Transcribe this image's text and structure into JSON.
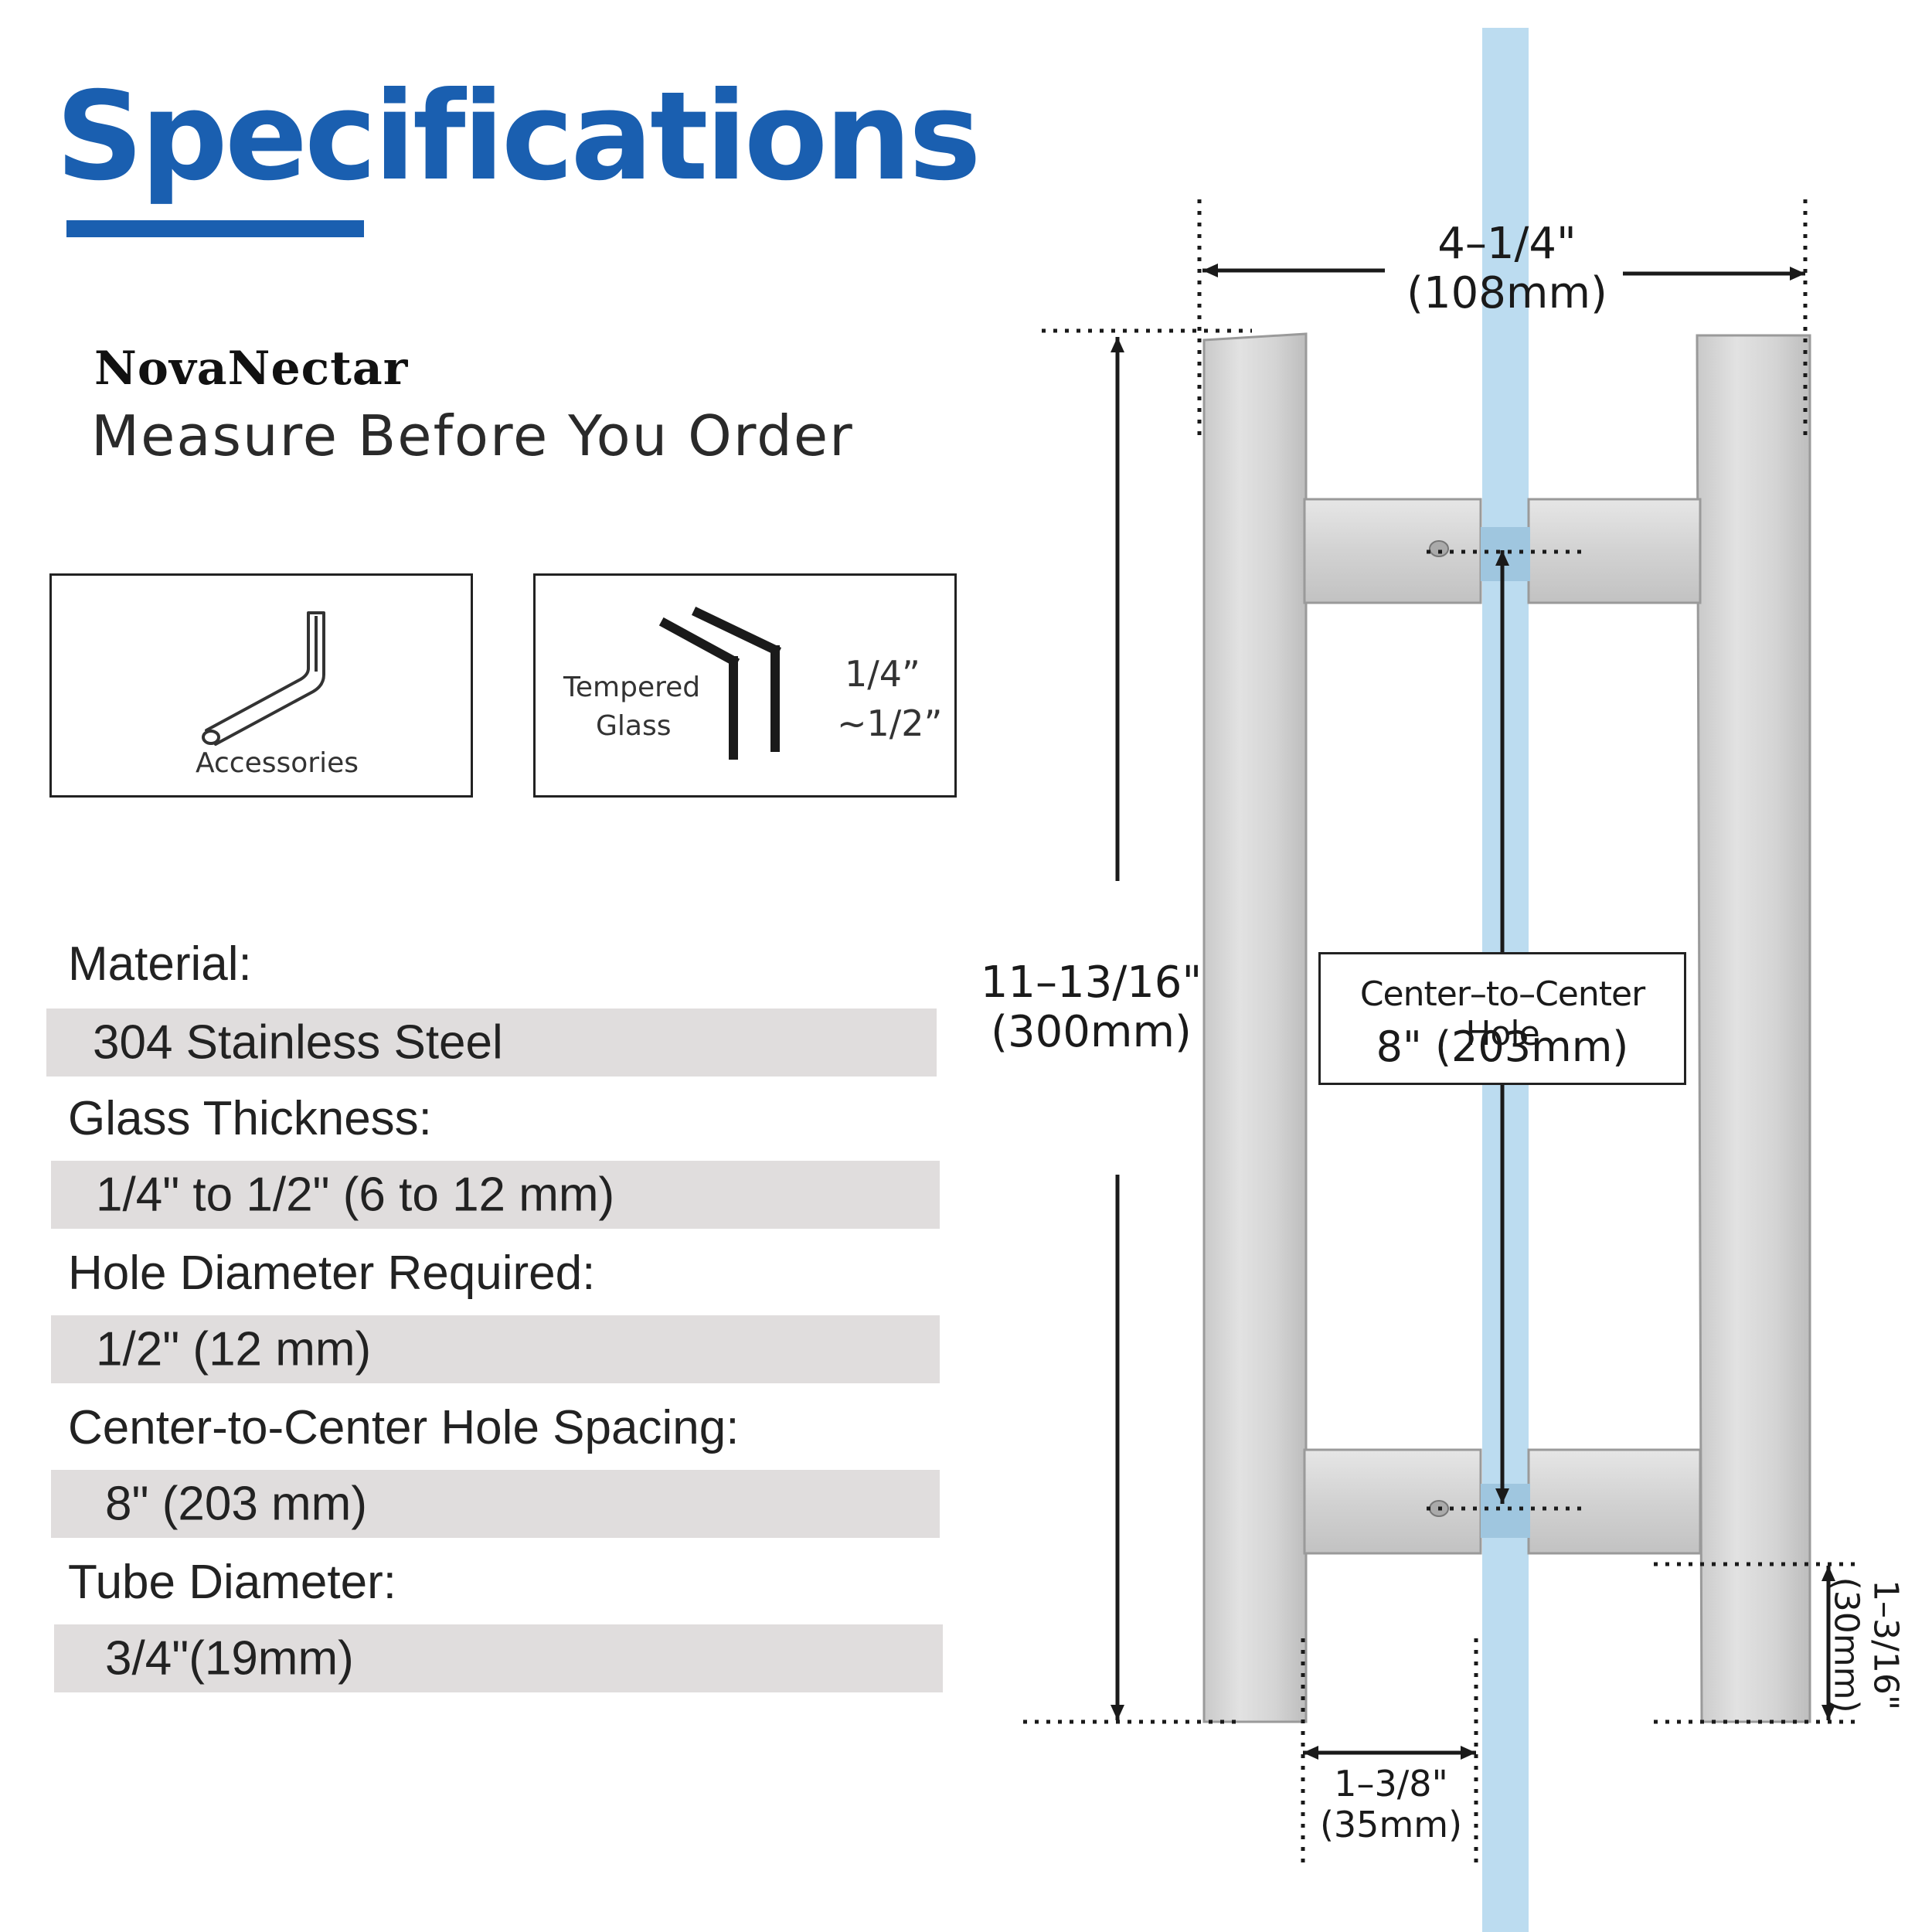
{
  "header": {
    "title": "Specifications",
    "brand": "NovaNectar",
    "subtitle": "Measure Before You Order",
    "accent_color": "#1a5fb0"
  },
  "boxes": {
    "accessories_label": "Accessories",
    "glass_label_line1": "Tempered",
    "glass_label_line2": "Glass",
    "thickness_line1": "1/4”",
    "thickness_line2": "~1/2”"
  },
  "specs": [
    {
      "label": "Material:",
      "value": "304 Stainless Steel"
    },
    {
      "label": "Glass Thickness:",
      "value": "1/4\" to 1/2\" (6 to 12 mm)"
    },
    {
      "label": "Hole Diameter Required:",
      "value": "1/2\" (12 mm)"
    },
    {
      "label": "Center-to-Center Hole Spacing:",
      "value": "8\" (203 mm)"
    },
    {
      "label": "Tube Diameter:",
      "value": "3/4\"(19mm)"
    }
  ],
  "dimensions": {
    "width_in": "4–1/4\"",
    "width_mm": "(108mm)",
    "height_in": "11–13/16\"",
    "height_mm": "(300mm)",
    "cc_title": "Center–to–Center Hole",
    "cc_value": "8\" (203mm)",
    "offset_in": "1–3/8\"",
    "offset_mm": "(35mm)",
    "depth_in": "1–3/16\"",
    "depth_mm": "(30mm)"
  },
  "colors": {
    "glass": "#bcdcf0",
    "band": "#e0dddd",
    "steel": "#d6d6d6"
  }
}
